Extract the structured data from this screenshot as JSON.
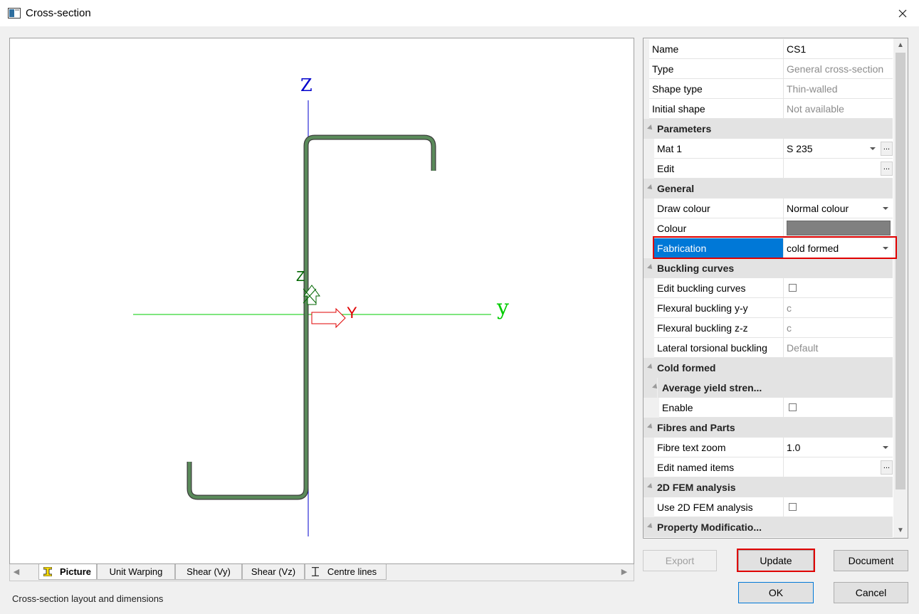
{
  "window": {
    "title": "Cross-section"
  },
  "canvas": {
    "axis_z_label": "Z",
    "axis_y_label": "y",
    "local_y_label": "Y",
    "local_z_label": "Z",
    "colors": {
      "section": "#5a8a5a",
      "z_axis": "#0000cc",
      "y_axis": "#00cc00",
      "local_y": "#e00000",
      "local_z": "#006600"
    }
  },
  "tabs": {
    "items": [
      {
        "label": "Picture",
        "active": true
      },
      {
        "label": "Unit Warping"
      },
      {
        "label": "Shear (Vy)"
      },
      {
        "label": "Shear (Vz)"
      },
      {
        "label": "Centre lines"
      }
    ]
  },
  "status": "Cross-section layout and dimensions",
  "properties": {
    "rows": [
      {
        "kind": "prop",
        "label": "Name",
        "value": "CS1"
      },
      {
        "kind": "prop",
        "label": "Type",
        "value": "General cross-section",
        "gray": true
      },
      {
        "kind": "prop",
        "label": "Shape type",
        "value": "Thin-walled",
        "gray": true
      },
      {
        "kind": "prop",
        "label": "Initial shape",
        "value": "Not available",
        "gray": true
      },
      {
        "kind": "cat",
        "label": "Parameters"
      },
      {
        "kind": "prop",
        "label": "Mat 1",
        "value": "S 235",
        "dropdown": true,
        "ellipsis": true
      },
      {
        "kind": "prop",
        "label": "Edit",
        "value": "",
        "ellipsis": true
      },
      {
        "kind": "cat",
        "label": "General"
      },
      {
        "kind": "prop",
        "label": "Draw colour",
        "value": "Normal colour",
        "dropdown": true
      },
      {
        "kind": "prop",
        "label": "Colour",
        "swatch": "#808080"
      },
      {
        "kind": "prop",
        "label": "Fabrication",
        "value": "cold formed",
        "dropdown": true,
        "selected": true
      },
      {
        "kind": "cat",
        "label": "Buckling curves"
      },
      {
        "kind": "prop",
        "label": "Edit buckling curves",
        "checkbox": false
      },
      {
        "kind": "prop",
        "label": "Flexural buckling y-y",
        "value": "c",
        "gray": true
      },
      {
        "kind": "prop",
        "label": "Flexural buckling z-z",
        "value": "c",
        "gray": true
      },
      {
        "kind": "prop",
        "label": "Lateral torsional buckling",
        "value": "Default",
        "gray": true
      },
      {
        "kind": "cat",
        "label": "Cold formed"
      },
      {
        "kind": "subcat",
        "label": "Average yield stren..."
      },
      {
        "kind": "prop",
        "label": "Enable",
        "checkbox": false,
        "indent": 2
      },
      {
        "kind": "cat",
        "label": "Fibres and Parts"
      },
      {
        "kind": "prop",
        "label": "Fibre text zoom",
        "value": "1.0",
        "dropdown": true
      },
      {
        "kind": "prop",
        "label": "Edit named items",
        "value": "",
        "ellipsis": true
      },
      {
        "kind": "cat",
        "label": "2D FEM analysis"
      },
      {
        "kind": "prop",
        "label": "Use 2D FEM analysis",
        "checkbox": false
      },
      {
        "kind": "cat",
        "label": "Property Modificatio..."
      }
    ]
  },
  "buttons": {
    "export": "Export",
    "update": "Update",
    "document": "Document",
    "ok": "OK",
    "cancel": "Cancel"
  }
}
